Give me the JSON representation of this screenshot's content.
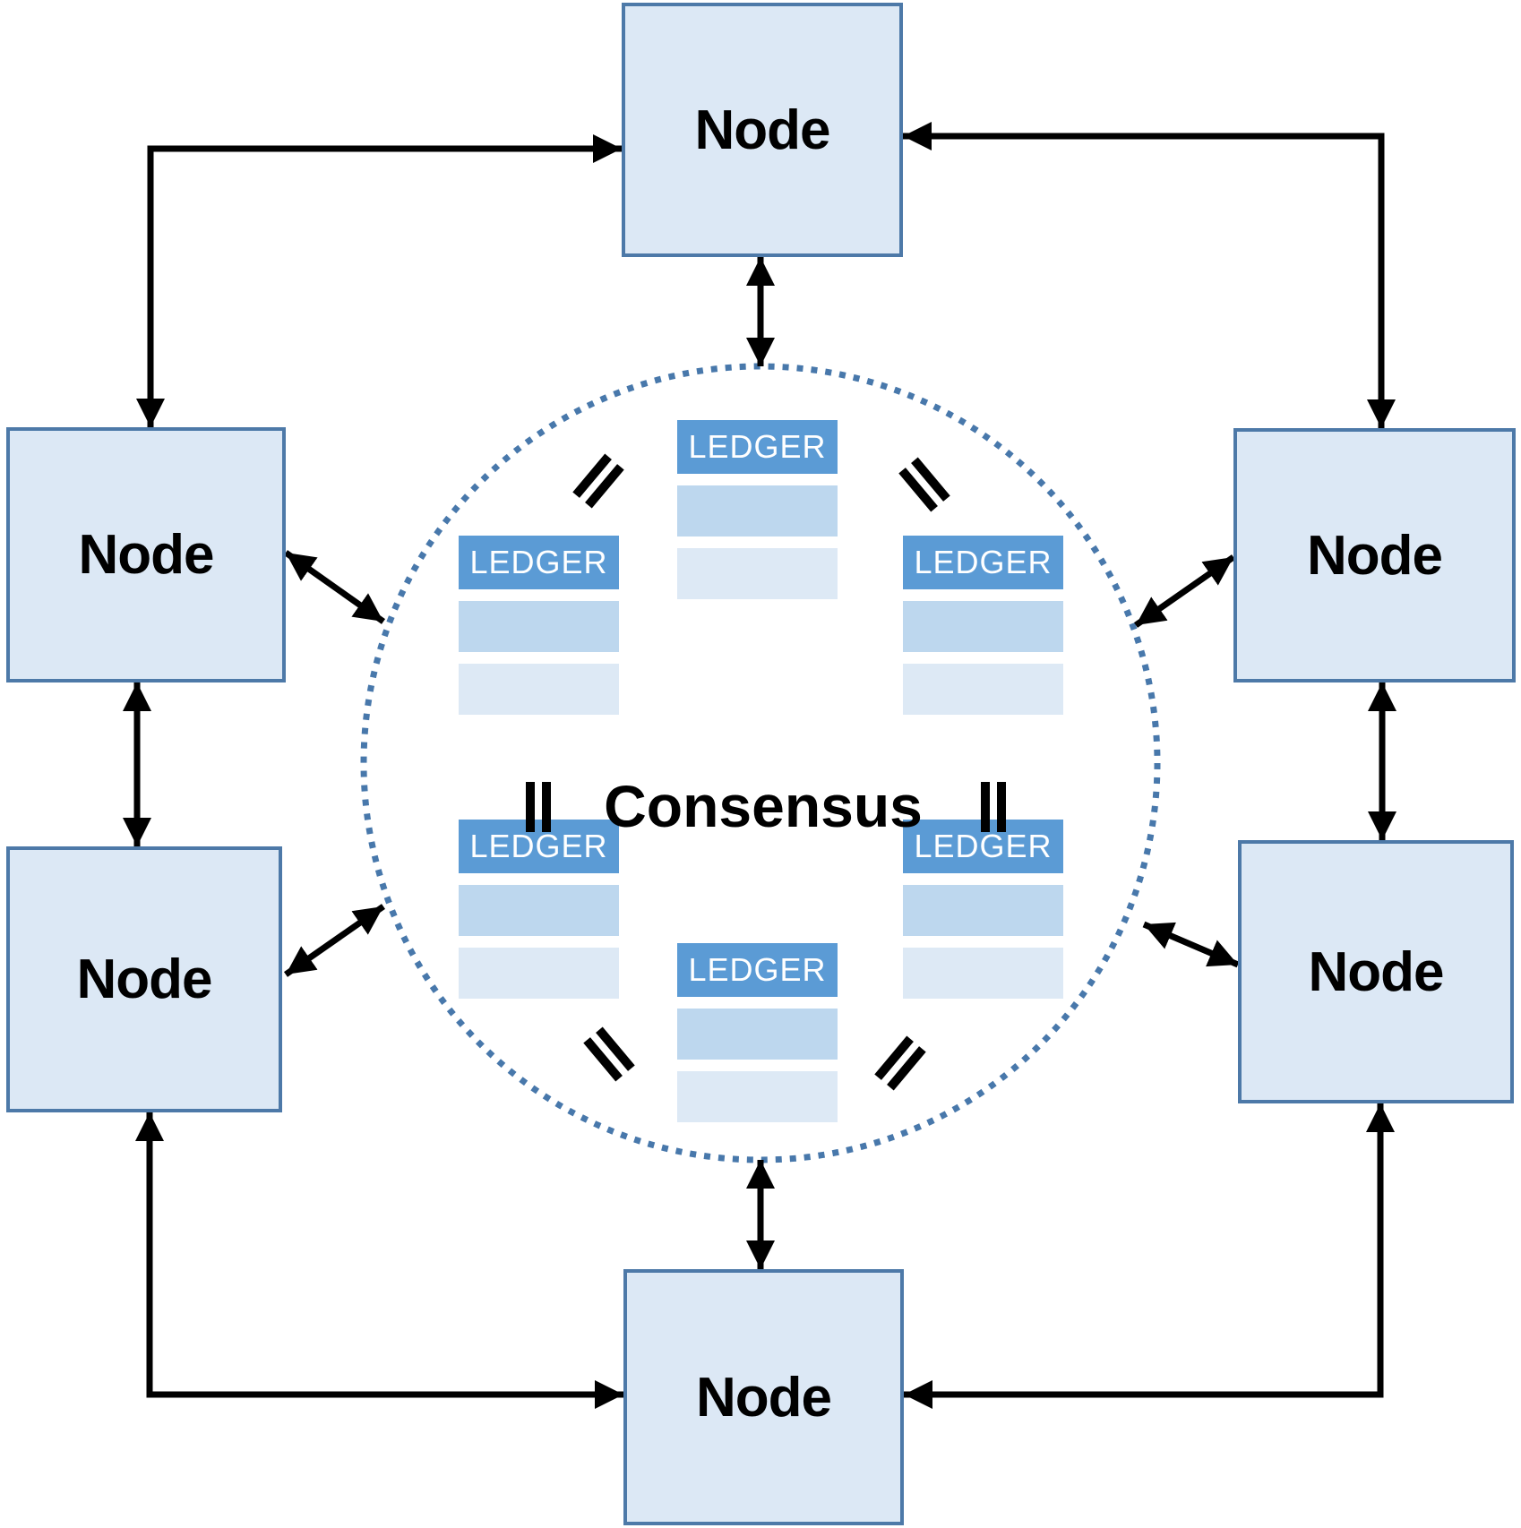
{
  "diagram": {
    "description": "Peer-to-peer blockchain network: six nodes exchanging messages around a shared consensus ring of identical ledgers"
  },
  "consensus": {
    "label": "Consensus"
  },
  "nodes": [
    {
      "position": "top",
      "label": "Node"
    },
    {
      "position": "left-upper",
      "label": "Node"
    },
    {
      "position": "left-lower",
      "label": "Node"
    },
    {
      "position": "right-upper",
      "label": "Node"
    },
    {
      "position": "right-lower",
      "label": "Node"
    },
    {
      "position": "bottom",
      "label": "Node"
    }
  ],
  "ledgers": [
    {
      "position": "top-center",
      "label": "LEDGER",
      "rows": 2
    },
    {
      "position": "upper-left",
      "label": "LEDGER",
      "rows": 2
    },
    {
      "position": "upper-right",
      "label": "LEDGER",
      "rows": 2
    },
    {
      "position": "lower-left",
      "label": "LEDGER",
      "rows": 2
    },
    {
      "position": "lower-right",
      "label": "LEDGER",
      "rows": 2
    },
    {
      "position": "bottom-center",
      "label": "LEDGER",
      "rows": 2
    }
  ],
  "icons": {
    "equals_signs": 6,
    "double_headed_arrows": 12
  },
  "colors": {
    "node_fill": "#dce8f5",
    "node_border": "#4d79a8",
    "ledger_header": "#5b9bd5",
    "ledger_row_mid": "#bdd7ee",
    "ledger_row_light": "#dde9f5",
    "circle_dot": "#4878ab",
    "arrow": "#000000",
    "text": "#000000",
    "ledger_text": "#ffffff"
  }
}
